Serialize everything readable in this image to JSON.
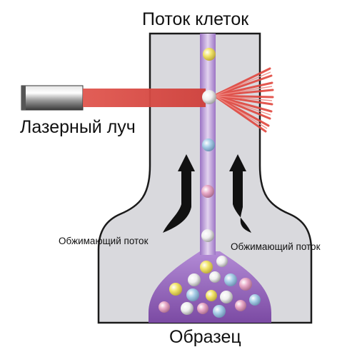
{
  "labels": {
    "cell_flow": "Поток клеток",
    "laser_beam": "Лазерный луч",
    "sheath_flow_left": "Обжимающий поток",
    "sheath_flow_right": "Обжимающий поток",
    "sample": "Образец"
  },
  "colors": {
    "chamber_fill": "#d9d9dd",
    "chamber_outline": "#1a1a1a",
    "sample_stream": "#b79ad3",
    "sample_pool": "#8d5fb3",
    "laser_beam": "#d8413b",
    "scatter_rays": "#e0463e",
    "arrow": "#111111"
  },
  "icons": {
    "laser": "laser-emitter-icon",
    "arrows": "up-arrow-icon"
  },
  "cell_colors": {
    "yellow": "#f2e56a",
    "blue": "#a9cfe8",
    "pink": "#e8a9c7",
    "white": "#f2f2f2"
  }
}
